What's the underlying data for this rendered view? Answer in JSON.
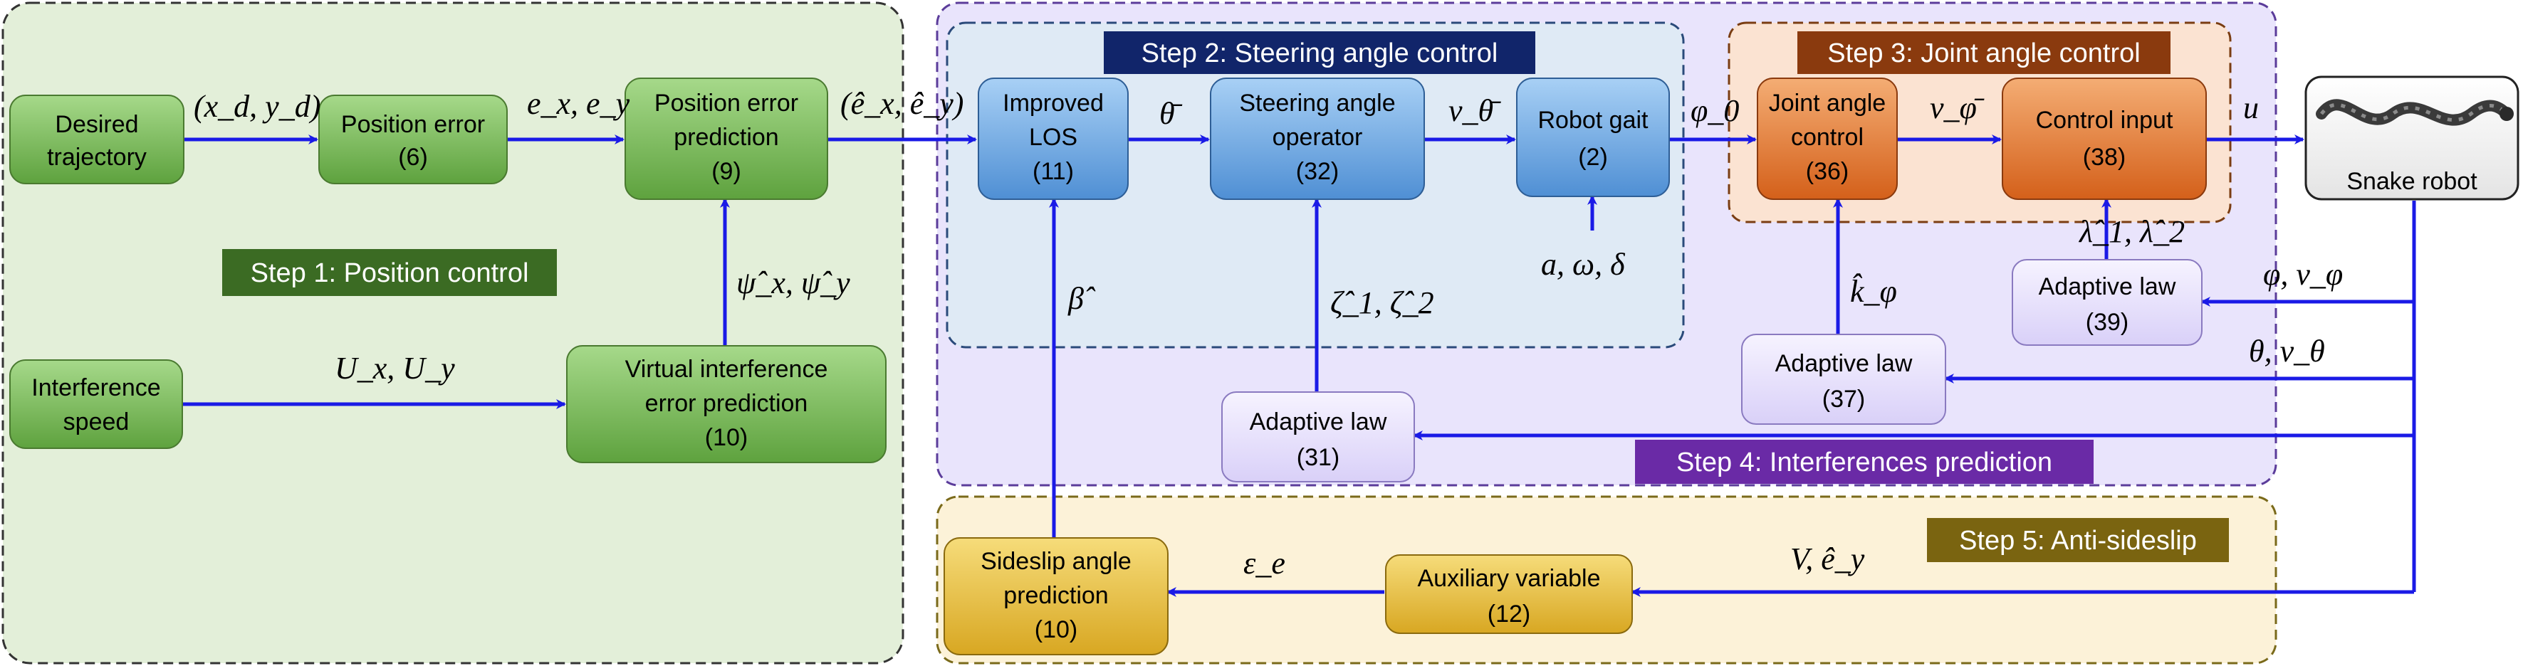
{
  "colors": {
    "arrow": "#1a1ae6",
    "green_fill": "#7cc05a",
    "blue_fill": "#7ab3e6",
    "orange_fill": "#e2782d",
    "purple_fill": "#e6e0fb",
    "gold_fill": "#e7bd3a",
    "white_fill": "#f5f5f5"
  },
  "steps": {
    "step1": "Step 1: Position control",
    "step2": "Step 2: Steering angle control",
    "step3": "Step 3: Joint angle control",
    "step4": "Step 4: Interferences prediction",
    "step5": "Step 5: Anti-sideslip"
  },
  "nodes": {
    "desired_trajectory": [
      "Desired",
      "trajectory"
    ],
    "position_error": [
      "Position error",
      "(6)"
    ],
    "position_error_prediction": [
      "Position error",
      "prediction",
      "(9)"
    ],
    "interference_speed": [
      "Interference",
      "speed"
    ],
    "virtual_interference": [
      "Virtual interference",
      "error prediction",
      "(10)"
    ],
    "improved_los": [
      "Improved",
      "LOS",
      "(11)"
    ],
    "steering_operator": [
      "Steering angle",
      "operator",
      "(32)"
    ],
    "robot_gait": [
      "Robot gait",
      "(2)"
    ],
    "joint_angle_control": [
      "Joint angle",
      "control",
      "(36)"
    ],
    "control_input": [
      "Control input",
      "(38)"
    ],
    "snake_robot": "Snake robot",
    "adaptive_39": [
      "Adaptive law",
      "(39)"
    ],
    "adaptive_37": [
      "Adaptive law",
      "(37)"
    ],
    "adaptive_31": [
      "Adaptive law",
      "(31)"
    ],
    "sideslip": [
      "Sideslip angle",
      "prediction",
      "(10)"
    ],
    "auxiliary": [
      "Auxiliary variable",
      "(12)"
    ]
  },
  "signals": {
    "xd_yd": "(x_d, y_d)",
    "ex_ey": "e_x, e_y",
    "ex_ey_hat": "(ê_x, ê_y)",
    "theta_bar": "θ̄",
    "v_theta_bar": "v_θ̄",
    "phi0": "φ_0",
    "v_phi_bar": "v_φ̄",
    "u": "u",
    "a_omega_delta": "a, ω, δ",
    "psi_hat": "ψ̂_x, ψ̂_y",
    "ux_uy": "U_x, U_y",
    "beta_hat": "β̂",
    "zeta_hat": "ζ̂_1, ζ̂_2",
    "k_phi_hat": "k̂_φ",
    "lambda_hat": "λ̂_1, λ̂_2",
    "phi_vphi": "φ, v_φ",
    "theta_vtheta": "θ, v_θ",
    "V_ey_hat": "V, ê_y",
    "eps_e": "ε_e"
  }
}
